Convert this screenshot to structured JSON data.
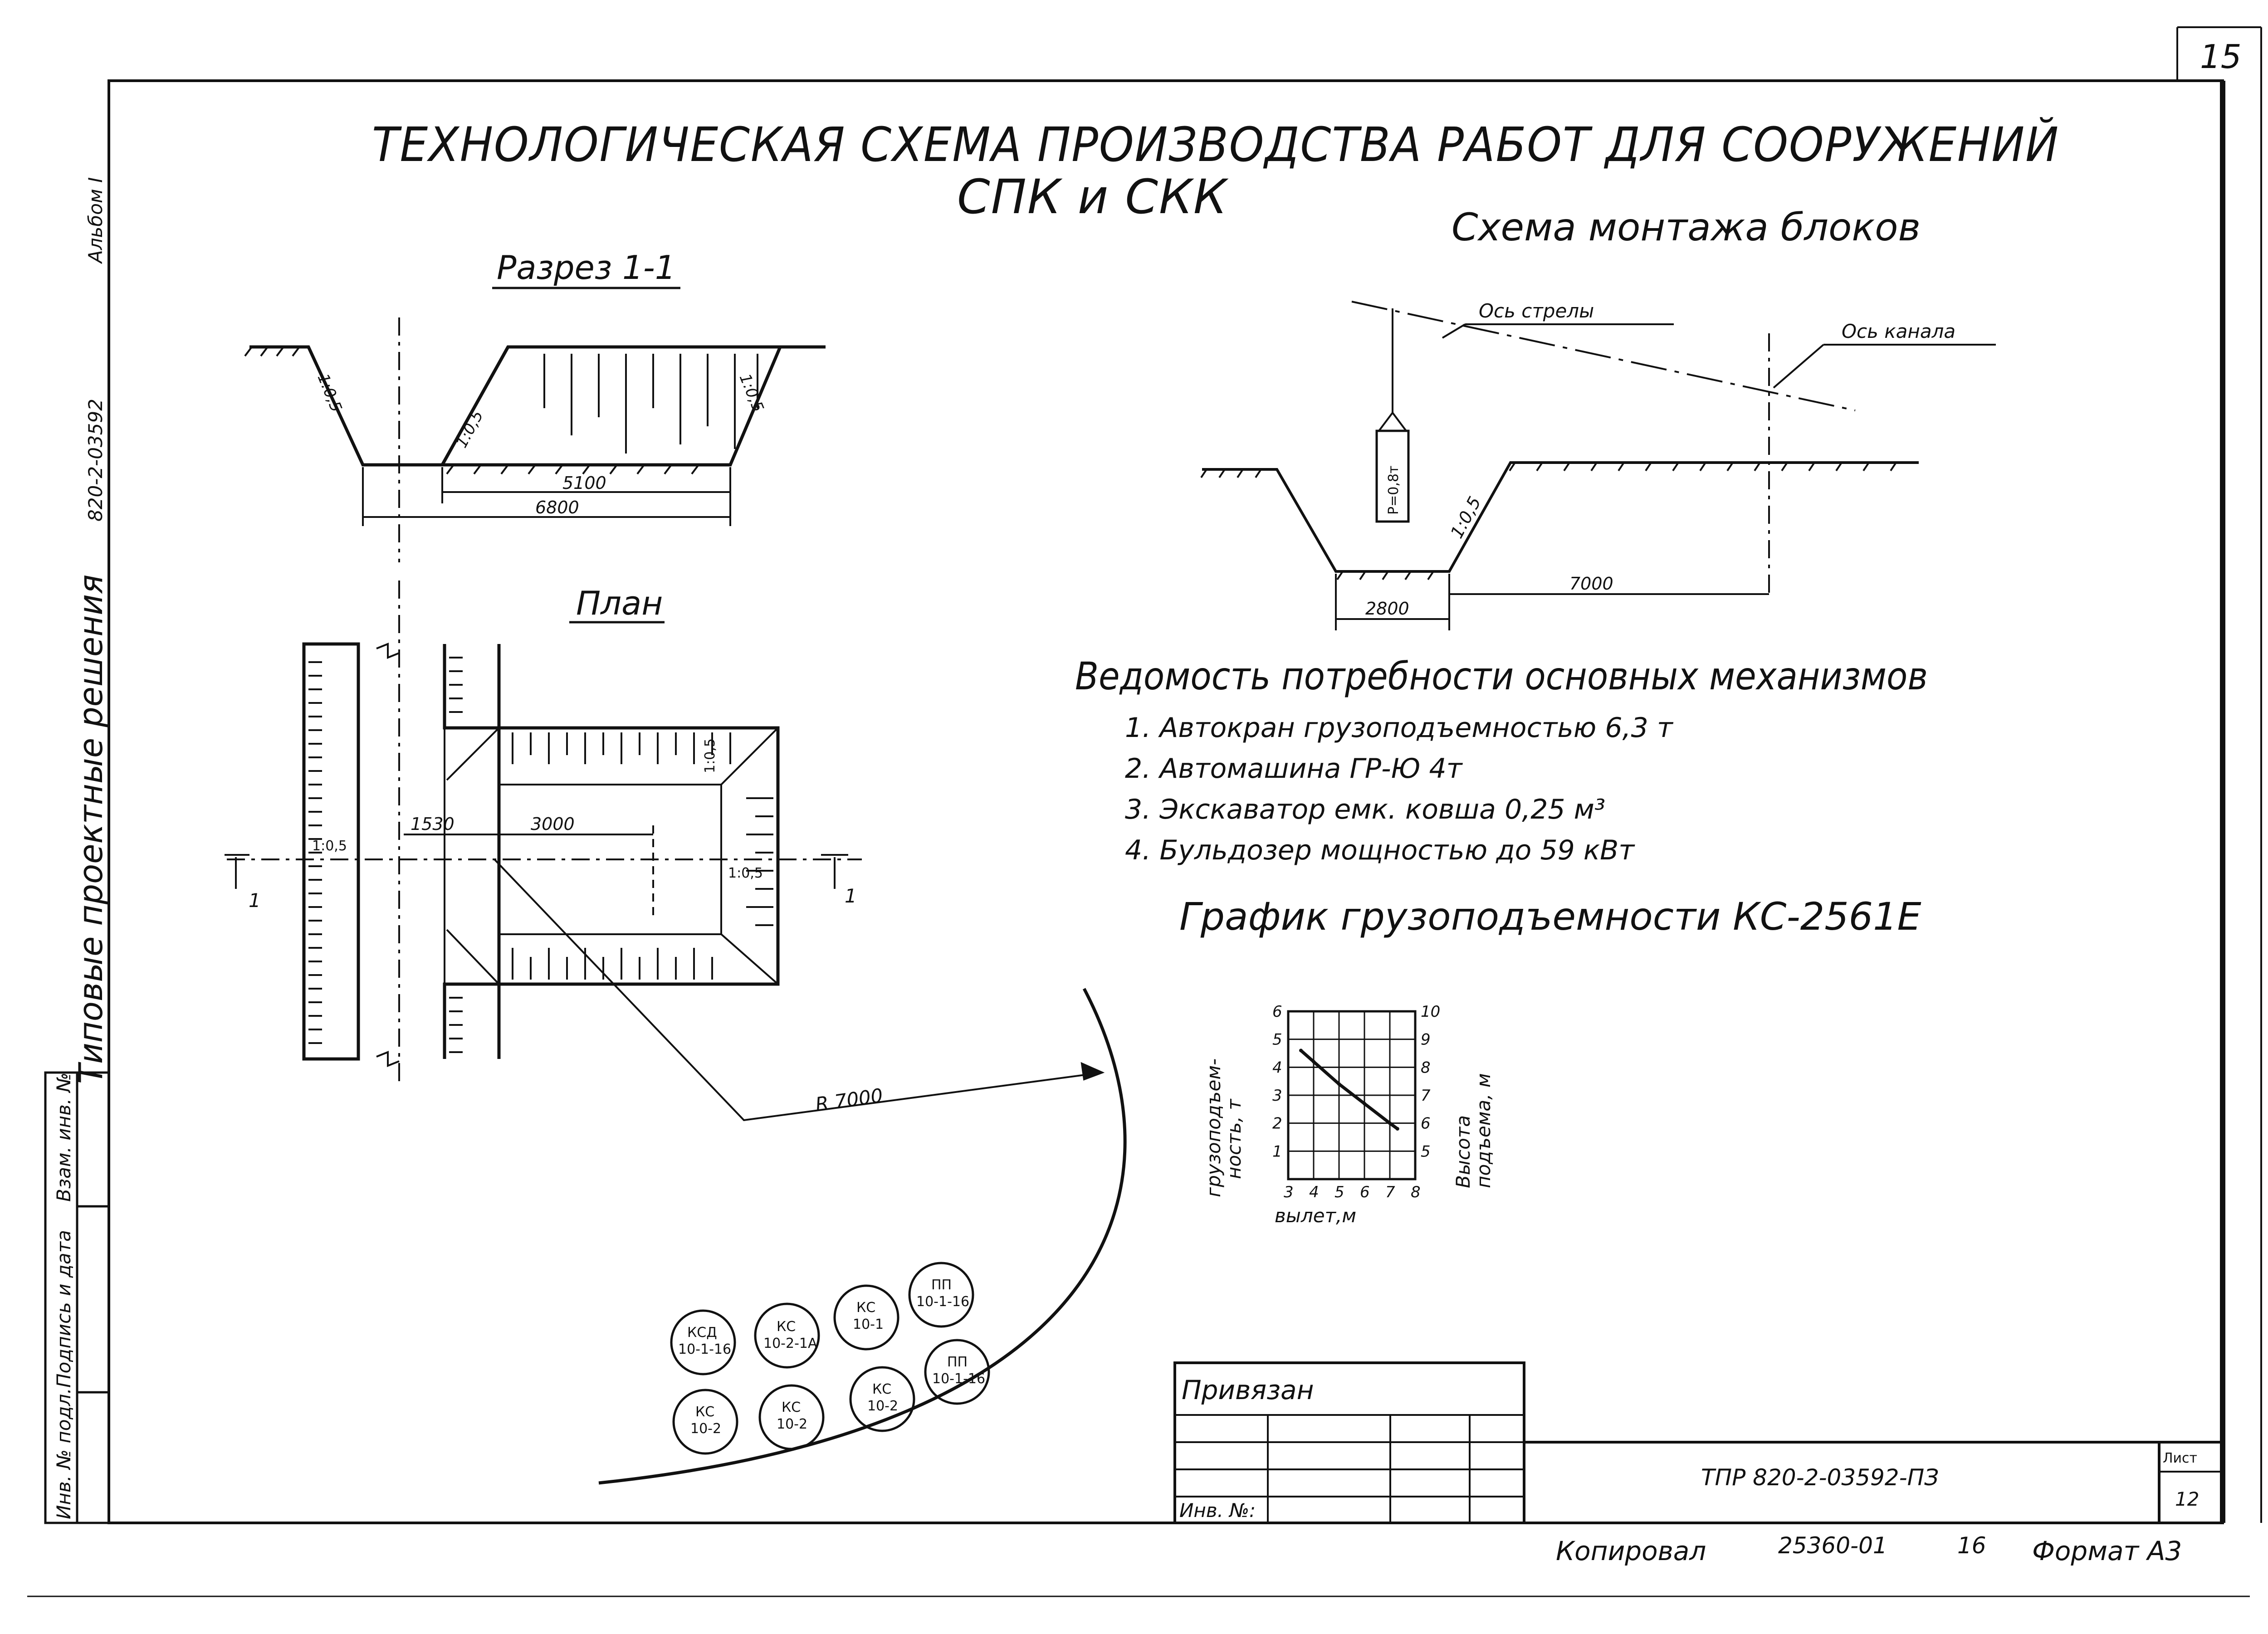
{
  "sheet": {
    "page_number": "15",
    "title_line1": "ТЕХНОЛОГИЧЕСКАЯ СХЕМА ПРОИЗВОДСТВА РАБОТ ДЛЯ СООРУЖЕНИЙ",
    "title_line2": "СПК и СКК",
    "side_album": "Альбом I",
    "side_code": "820-2-03592",
    "side_series": "Типовые проектные решения"
  },
  "section_1_1": {
    "title": "Разрез 1-1",
    "dim_bottom": "5100",
    "dim_top": "6800",
    "slope_left": "1:0,5",
    "slope_mid": "1:0,5",
    "slope_right": "1:0,5"
  },
  "plan": {
    "title": "План",
    "dim_1530": "1530",
    "dim_3000": "3000",
    "slope_left": "1:0,5",
    "slope_top": "1:0,5",
    "slope_right": "1:0,5",
    "section_mark": "1",
    "radius": "R 7000"
  },
  "assembly": {
    "title": "Схема монтажа блоков",
    "boom_axis": "Ось стрелы",
    "channel_axis": "Ось канала",
    "load": "P=0,8т",
    "slope": "1:0,5",
    "dim_bottom": "2800",
    "dim_reach": "7000"
  },
  "mechanisms": {
    "title": "Ведомость потребности основных механизмов",
    "items": [
      "1. Автокран грузоподъемностью 6,3 т",
      "2. Автомашина ГР-Ю 4т",
      "3. Экскаватор емк. ковша 0,25 м³",
      "4. Бульдозер мощностью до 59 кВт"
    ]
  },
  "capacity_chart": {
    "title": "График грузоподъемности КС-2561Е",
    "left_axis_label_1": "грузоподъем-",
    "left_axis_label_2": "ность, т",
    "right_axis_label_1": "Высота",
    "right_axis_label_2": "подъема, м",
    "x_axis_label": "вылет,м"
  },
  "chart_data": {
    "type": "line",
    "title": "График грузоподъемности КС-2561Е",
    "xlabel": "вылет,м",
    "ylabel": "грузоподъемность, т",
    "y2label": "Высота подъема, м",
    "x_ticks": [
      "3",
      "4",
      "5",
      "6",
      "7",
      "8"
    ],
    "y_ticks": [
      "1",
      "2",
      "3",
      "4",
      "5",
      "6"
    ],
    "y2_ticks": [
      "5",
      "6",
      "7",
      "8",
      "9",
      "10"
    ],
    "xlim": [
      3,
      8
    ],
    "ylim": [
      0,
      6
    ],
    "y2lim": [
      4,
      10
    ],
    "grid": true,
    "series": [
      {
        "x": [
          3.5,
          4.0,
          5.0,
          6.0,
          7.0,
          7.3
        ],
        "y": [
          4.6,
          4.2,
          3.4,
          2.7,
          2.0,
          1.8
        ]
      }
    ]
  },
  "blocks": [
    {
      "line1": "КСД",
      "line2": "10-1-16"
    },
    {
      "line1": "КС",
      "line2": "10-2-1А"
    },
    {
      "line1": "КС",
      "line2": "10-1"
    },
    {
      "line1": "ПП",
      "line2": "10-1-16"
    },
    {
      "line1": "КС",
      "line2": "10-2"
    },
    {
      "line1": "КС",
      "line2": "10-2"
    },
    {
      "line1": "КС",
      "line2": "10-2"
    },
    {
      "line1": "ПП",
      "line2": "10-1-16"
    }
  ],
  "stamp": {
    "tied": "Привязан",
    "inv_no": "Инв. №:",
    "doc_code": "ТПР 820-2-03592-ПЗ",
    "sheet_label": "Лист",
    "sheet_no": "12",
    "left_col_1": "Инв. № подл.",
    "left_col_2": "Подпись и дата",
    "left_col_3": "Взам. инв. №"
  },
  "footer": {
    "copied": "Копировал",
    "order_no": "25360-01",
    "number": "16",
    "format": "Формат А3"
  }
}
